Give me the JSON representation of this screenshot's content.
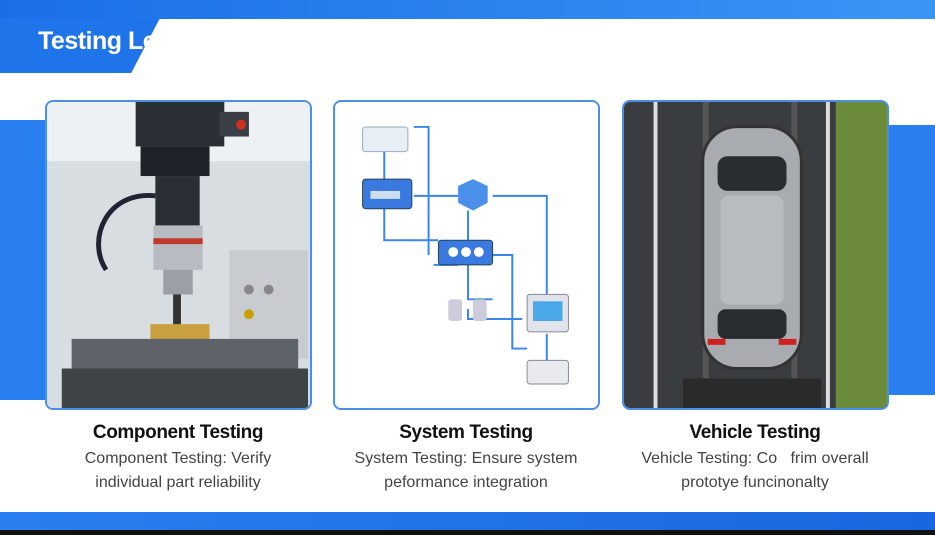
{
  "header": {
    "title": "Testing Level"
  },
  "cards": [
    {
      "title": "Component Testing",
      "desc_line1": "Component Testing: Verify",
      "desc_line2": "individual part reliability",
      "image": "cnc-machine-photo"
    },
    {
      "title": "System Testing",
      "desc_line1": "System Testing: Ensure system",
      "desc_line2": "peformance integration",
      "image": "system-diagram"
    },
    {
      "title": "Vehicle Testing",
      "desc_line1": "Vehicle Testing: Co   frim overall",
      "desc_line2": "prototye funcinonalty",
      "image": "car-on-road-photo"
    }
  ],
  "colors": {
    "accent": "#1f74ea",
    "card_border": "#4a8fe8"
  }
}
